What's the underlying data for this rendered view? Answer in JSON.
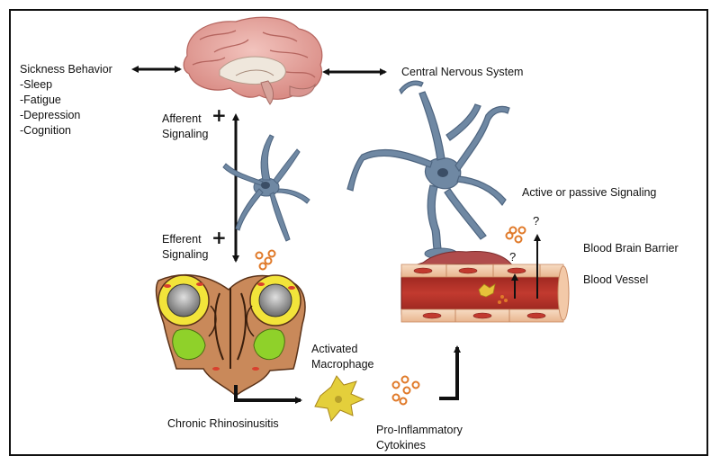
{
  "sickness_behavior": {
    "title": "Sickness Behavior",
    "items": [
      "-Sleep",
      "-Fatigue",
      "-Depression",
      "-Cognition"
    ]
  },
  "cns_label": "Central Nervous System",
  "afferent": {
    "line1": "Afferent",
    "line2": "Signaling",
    "sign": "+"
  },
  "efferent": {
    "line1": "Efferent",
    "line2": "Signaling",
    "sign": "+"
  },
  "signaling_label": "Active or passive Signaling",
  "bbb_label": "Blood Brain Barrier",
  "vessel_label": "Blood Vessel",
  "question_mark": "?",
  "macrophage": {
    "line1": "Activated",
    "line2": "Macrophage"
  },
  "crs_label": "Chronic Rhinosinusitis",
  "cytokines": {
    "line1": "Pro-Inflammatory",
    "line2": "Cytokines"
  },
  "colors": {
    "brain": "#e8a7a0",
    "glia": "#6f88a3",
    "vessel": "#b5342a",
    "wall": "#f3c9a8",
    "macrophage": "#e4cf3b",
    "cytokine": "#e07a2a",
    "sinus_green": "#8fd12a",
    "arrow": "#111111"
  }
}
